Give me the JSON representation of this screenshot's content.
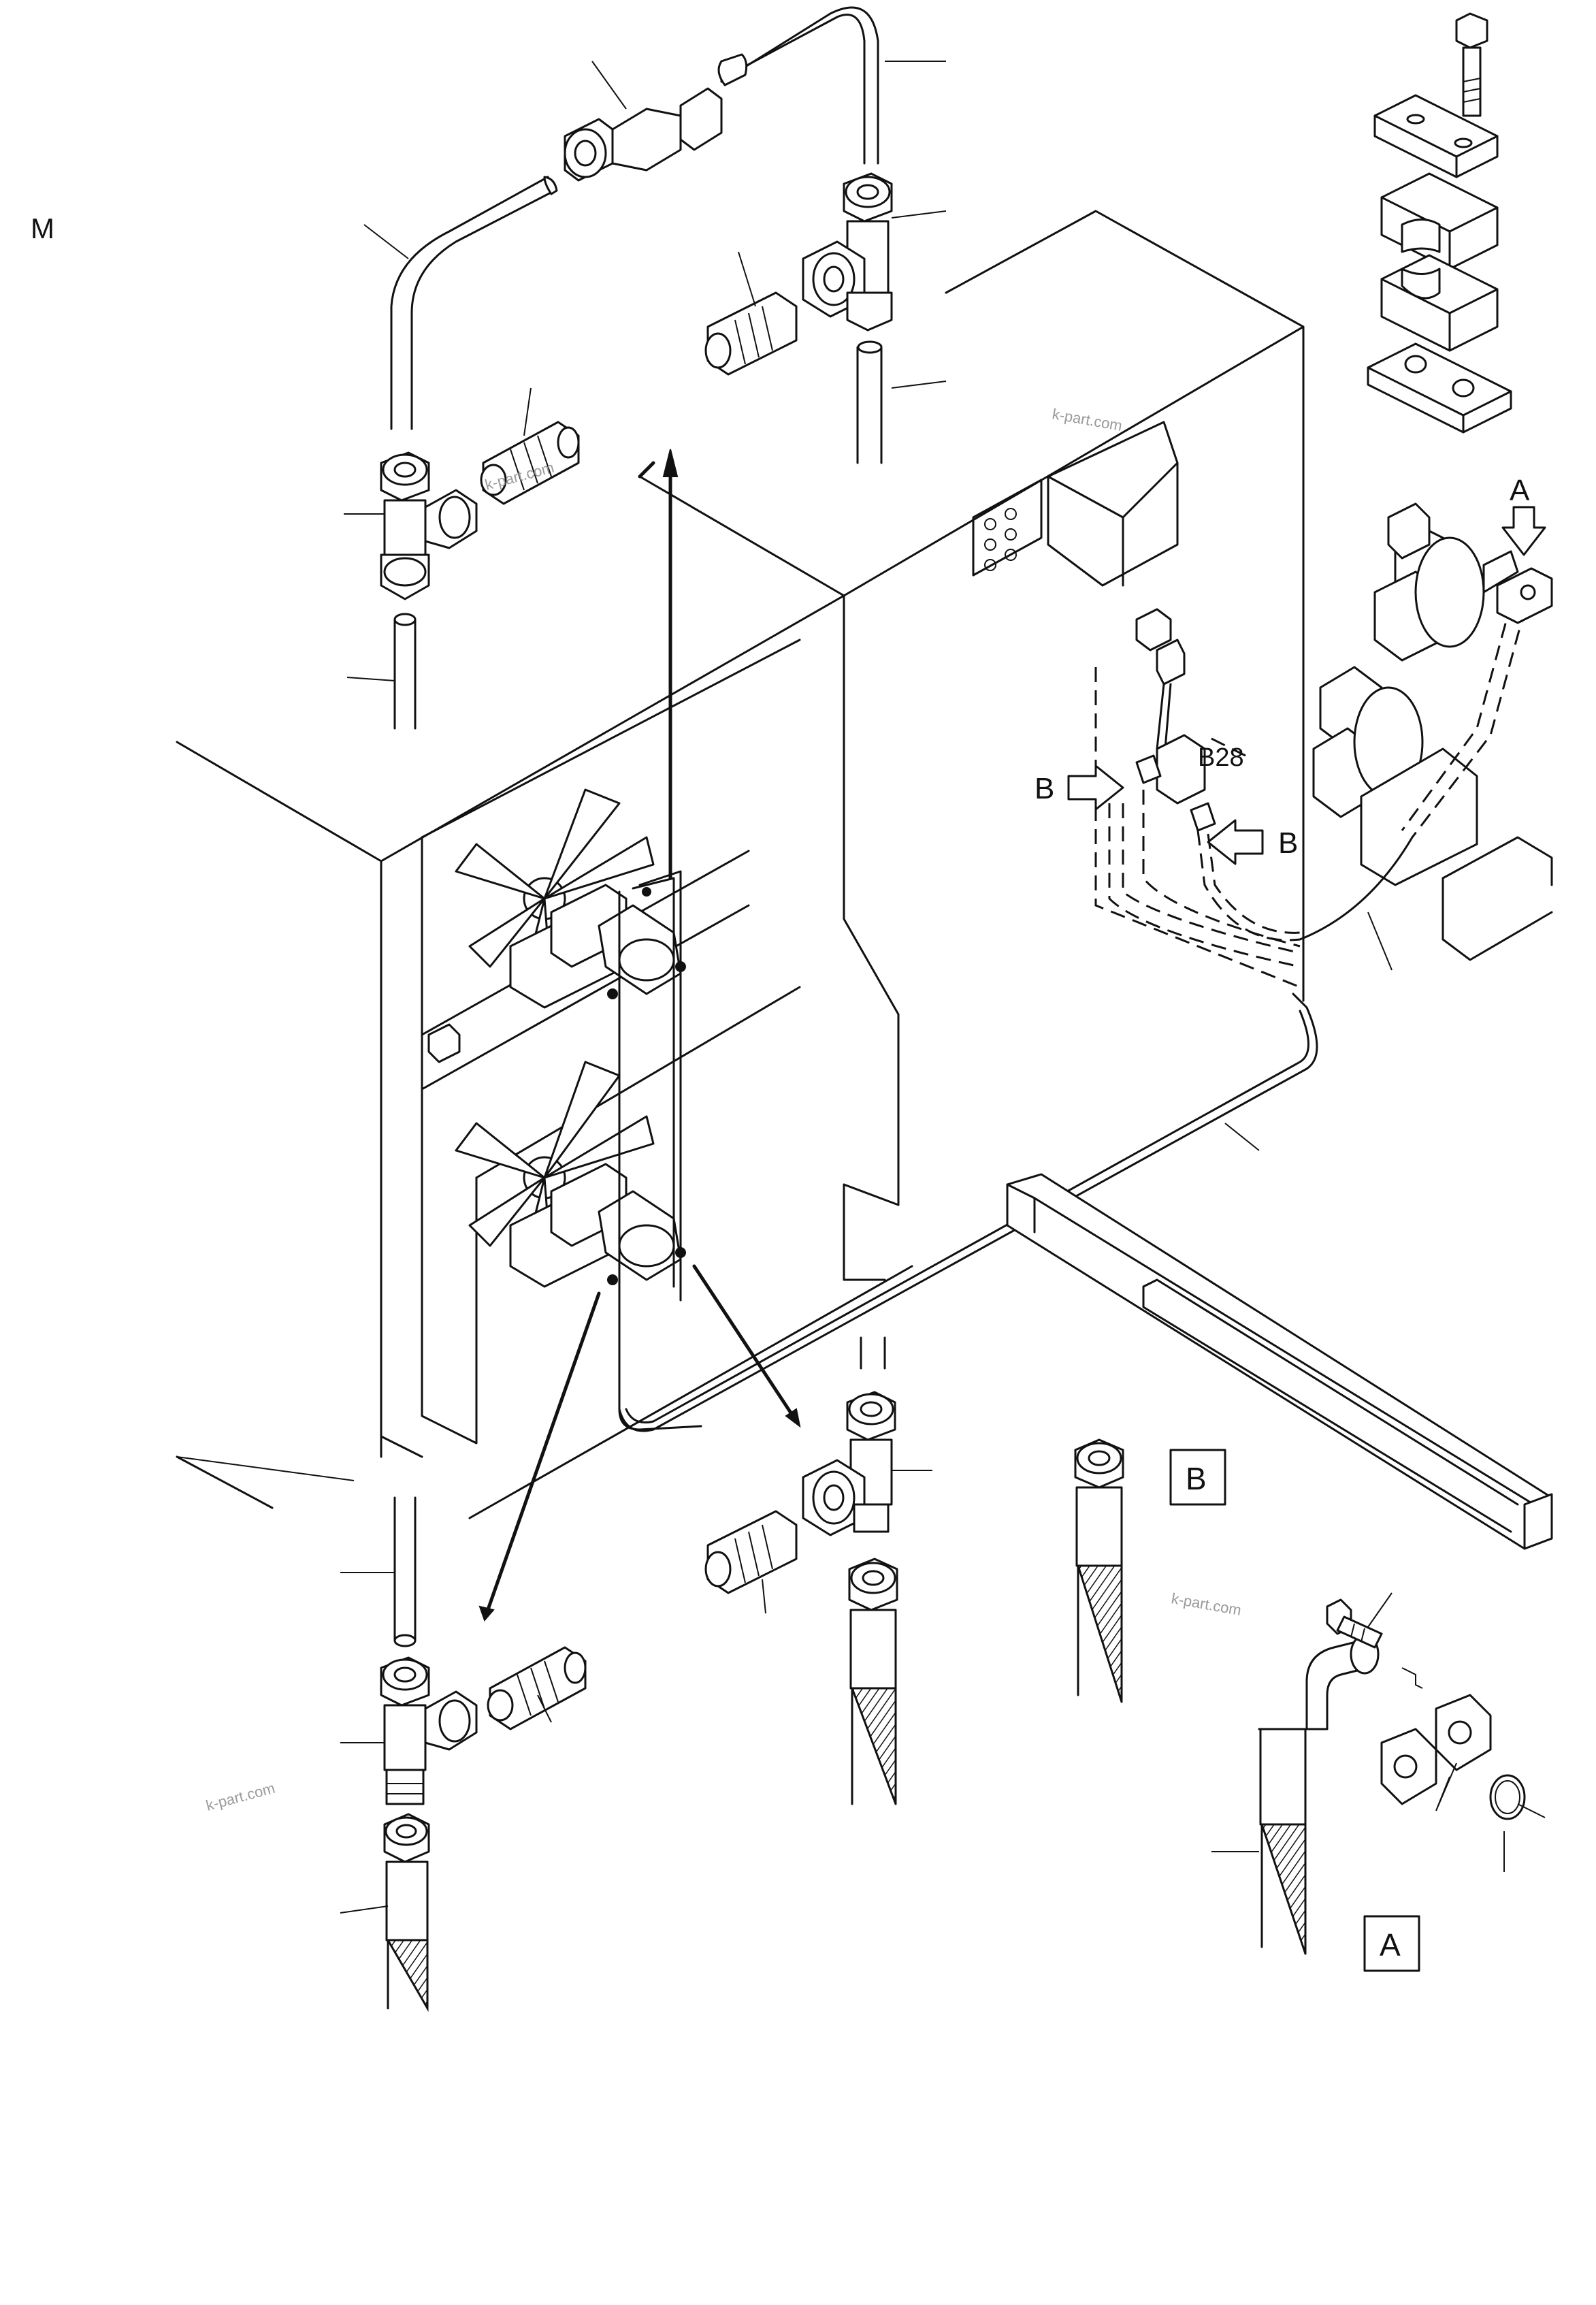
{
  "figure": {
    "corner_label": "M",
    "callouts": {
      "A_arrow": "A",
      "B_left_arrow": "B",
      "B_right_arrow": "B",
      "sensor": "B28"
    },
    "detail_boxes": {
      "A": "A",
      "B": "B"
    },
    "watermarks": [
      "k-part.com",
      "k-part.com",
      "k-part.com",
      "k-part.com"
    ]
  },
  "colors": {
    "line": "#111111",
    "background": "#ffffff",
    "watermark": "#9a9a9a"
  }
}
